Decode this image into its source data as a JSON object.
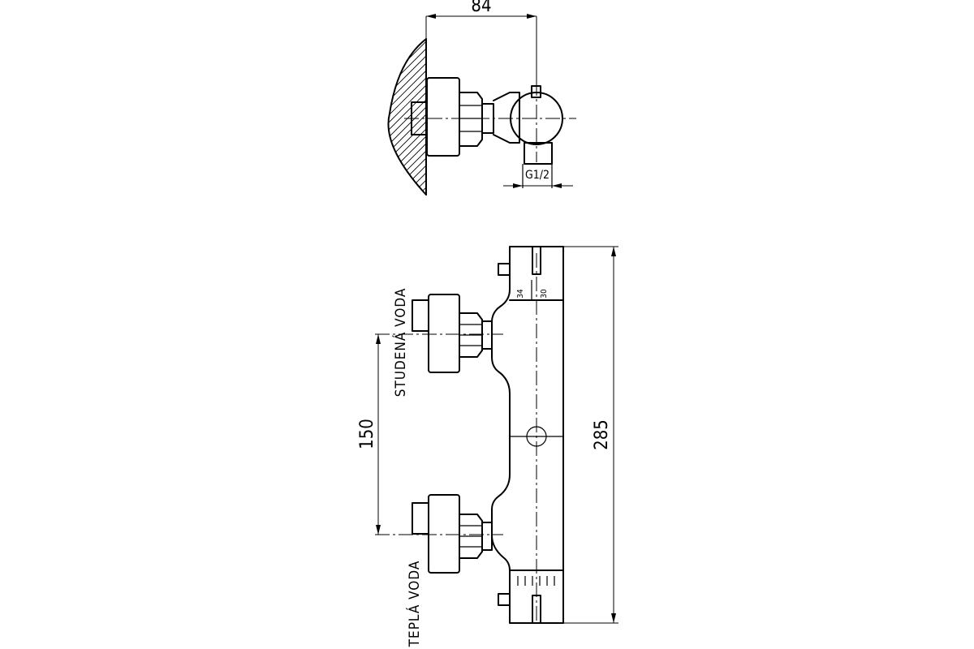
{
  "dimensions": {
    "depth": "84",
    "thread": "G1/2",
    "inlet_spacing": "150",
    "total_height": "285"
  },
  "labels": {
    "cold_inlet": "STUDENÁ VODA",
    "hot_inlet": "TEPLÁ VODA"
  },
  "scales": {
    "left_scale": "34",
    "right_scale": "30"
  }
}
